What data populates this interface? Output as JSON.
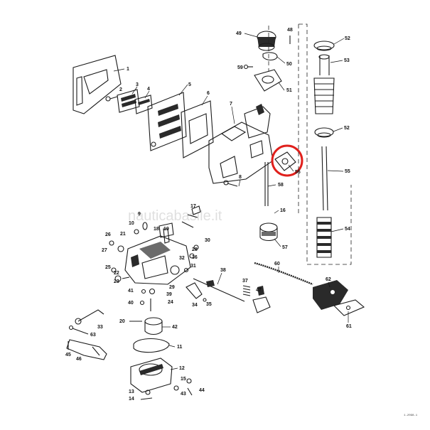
{
  "watermark": "nauticabasile.it",
  "footer_code": "1-2098-1",
  "highlight_color": "#e0201c",
  "highlighted_part": "56",
  "parts": {
    "p1": "1",
    "p2": "2",
    "p3": "3",
    "p4": "4",
    "p5": "5",
    "p6": "6",
    "p7": "7",
    "p8": "8",
    "p9": "9",
    "p10": "10",
    "p11": "11",
    "p12": "12",
    "p13": "13",
    "p14": "14",
    "p15": "15",
    "p16": "16",
    "p17": "17",
    "p18": "18",
    "p19": "19",
    "p20": "20",
    "p21": "21",
    "p22": "22",
    "p23": "23",
    "p24": "24",
    "p25": "25",
    "p26": "26",
    "p27": "27",
    "p28": "28",
    "p29": "29",
    "p30": "30",
    "p31": "31",
    "p32": "32",
    "p33": "33",
    "p34": "34",
    "p35": "35",
    "p36": "36",
    "p37": "37",
    "p38": "38",
    "p39": "39",
    "p40": "40",
    "p41": "41",
    "p42": "42",
    "p43": "43",
    "p44": "44",
    "p45": "45",
    "p46": "46",
    "p47": "47",
    "p48": "48",
    "p49": "49",
    "p50": "50",
    "p51": "51",
    "p52a": "52",
    "p52b": "52",
    "p53": "53",
    "p54": "54",
    "p55": "55",
    "p56": "56",
    "p57": "57",
    "p58": "58",
    "p59": "59",
    "p60": "60",
    "p61": "61",
    "p62": "62",
    "p63": "63"
  }
}
